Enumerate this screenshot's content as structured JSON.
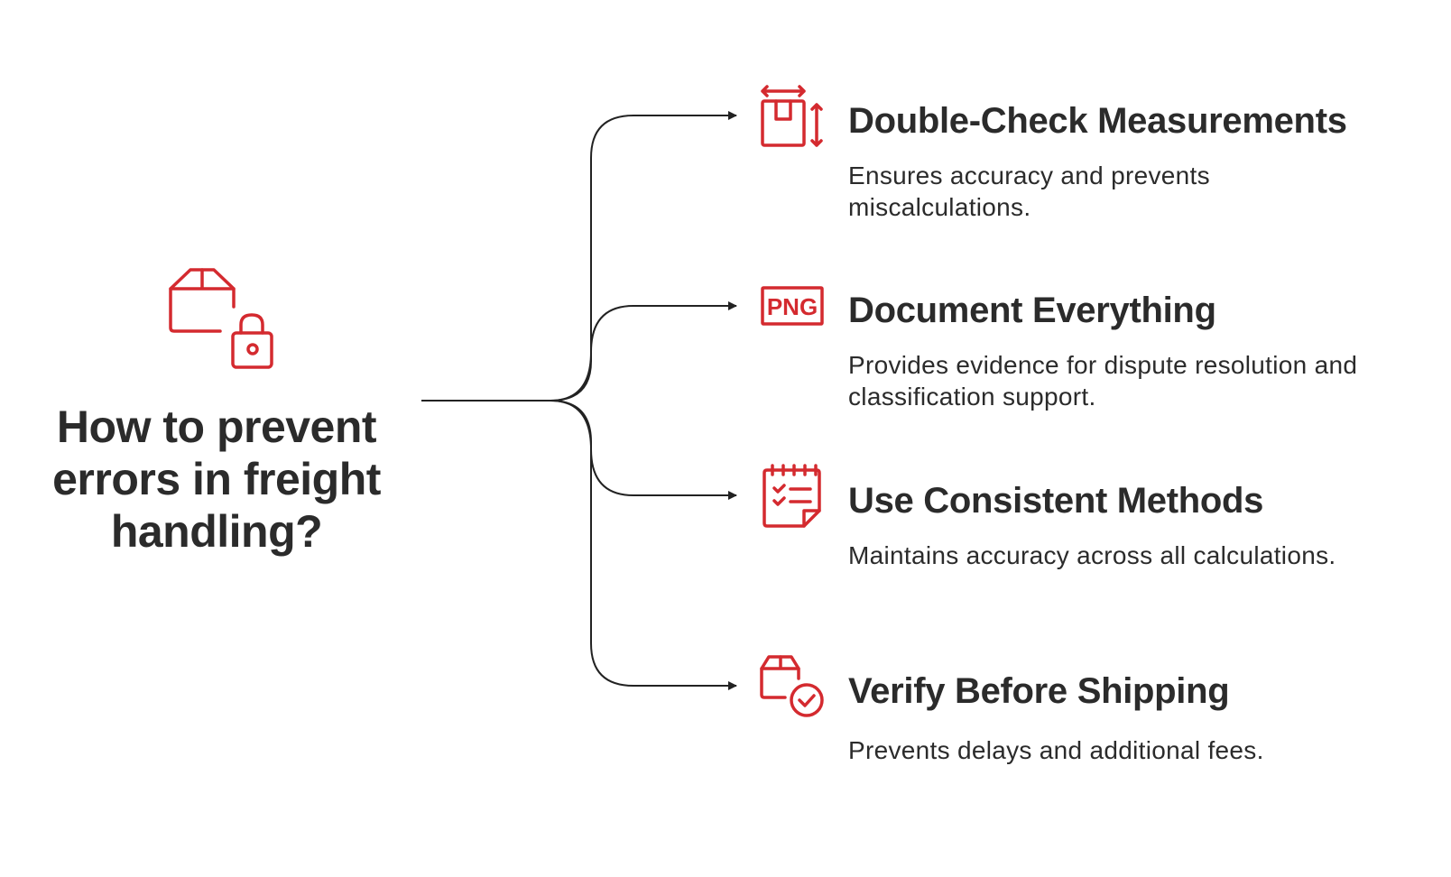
{
  "title": "How to prevent errors in freight handling?",
  "colors": {
    "accent": "#d42a2f",
    "text": "#2b2b2b",
    "line": "#222222"
  },
  "root_icon": "package-lock-icon",
  "items": [
    {
      "title": "Double-Check Measurements",
      "description": "Ensures accuracy and prevents miscalculations.",
      "icon": "package-dimensions-icon"
    },
    {
      "title": "Document Everything",
      "description": "Provides evidence for dispute resolution and classification support.",
      "icon": "png-file-icon",
      "icon_text": "PNG"
    },
    {
      "title": "Use Consistent Methods",
      "description": "Maintains accuracy across all calculations.",
      "icon": "checklist-calendar-icon"
    },
    {
      "title": "Verify Before Shipping",
      "description": "Prevents delays and additional fees.",
      "icon": "package-check-icon"
    }
  ]
}
